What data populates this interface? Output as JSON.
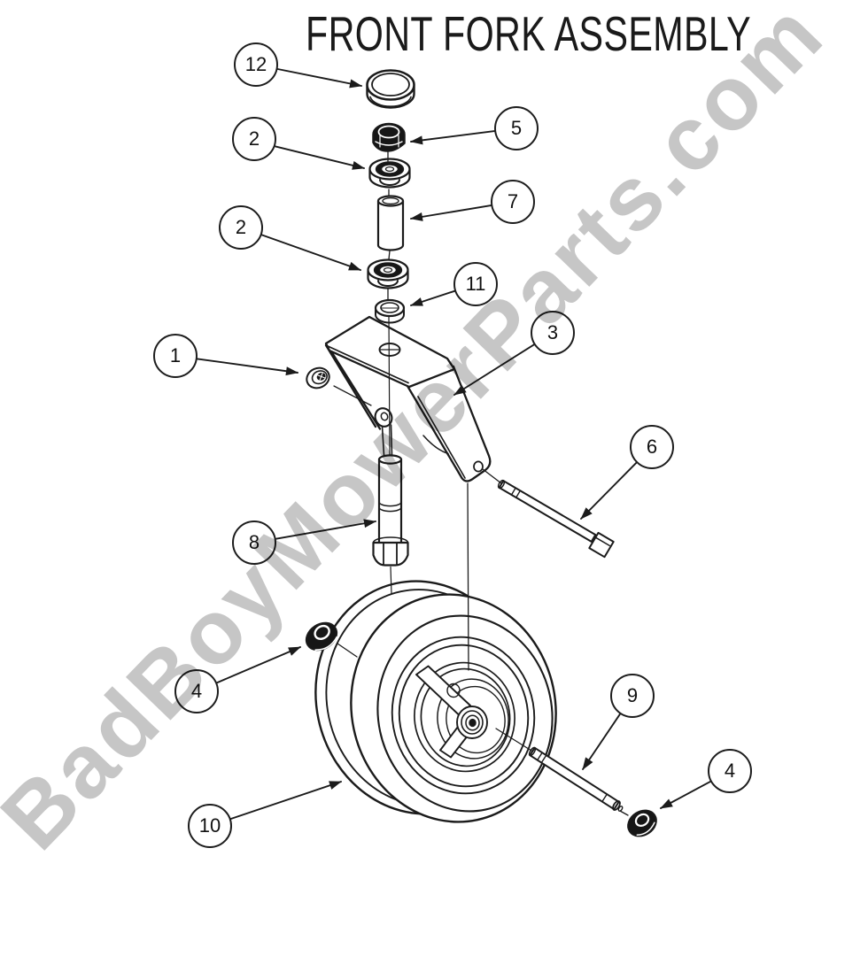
{
  "title": "FRONT FORK ASSEMBLY",
  "watermark": "BadBoyMowerParts.com",
  "callouts": [
    {
      "label": "12"
    },
    {
      "label": "2"
    },
    {
      "label": "5"
    },
    {
      "label": "7"
    },
    {
      "label": "2"
    },
    {
      "label": "11"
    },
    {
      "label": "1"
    },
    {
      "label": "3"
    },
    {
      "label": "6"
    },
    {
      "label": "8"
    },
    {
      "label": "4"
    },
    {
      "label": "9"
    },
    {
      "label": "4"
    },
    {
      "label": "10"
    }
  ],
  "colors": {
    "line": "#1b1b1b",
    "dark_fill": "#161616",
    "watermark": "#c6c6c6",
    "background": "#ffffff"
  }
}
